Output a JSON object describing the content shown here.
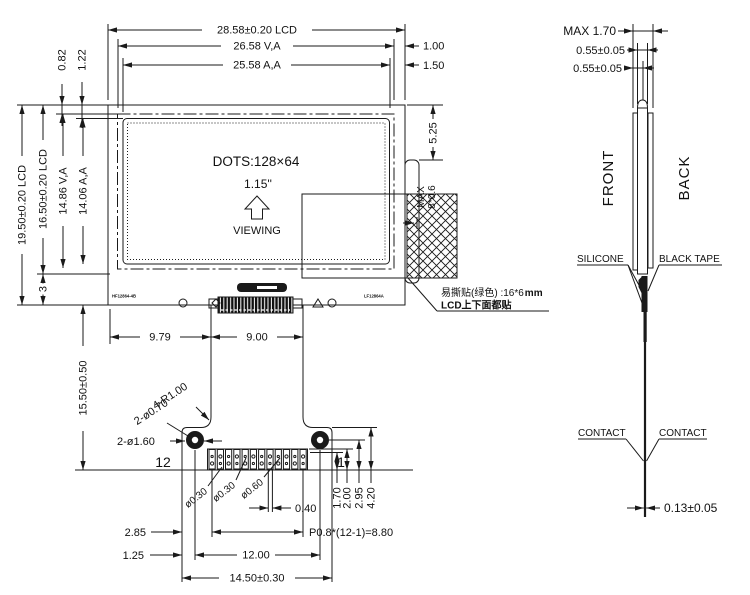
{
  "colors": {
    "ink": "#1a1a1a",
    "bg": "#ffffff"
  },
  "front": {
    "dots": "DOTS:128×64",
    "size_inch": "1.15''",
    "viewing": "VIEWING",
    "mark_left": "HF12864-4B",
    "mark_right": "LF12864A",
    "top": {
      "lcd": "28.58±0.20 LCD",
      "va": "26.58 V,A",
      "aa": "25.58 A,A",
      "right1": "1.00",
      "right2": "1.50"
    },
    "left": {
      "d082": "0.82",
      "d122": "1.22",
      "d1950": "19.50±0.20 LCD",
      "d1650": "16.50±0.20 LCD",
      "d1486": "14.86 V,A",
      "d1406": "14.06 A,A",
      "d3": "3"
    },
    "right": {
      "d525": "5.25",
      "max1": "MAX",
      "max2": "8*0.6"
    },
    "note": {
      "l1": "易撕贴(绿色) :16*6",
      "l1b": "mm",
      "l2": "LCD上下面都贴"
    }
  },
  "tail": {
    "d979": "9.79",
    "d900": "9.00",
    "d1550": "15.50±0.50",
    "r4": "4-R1.00",
    "dia070": "2-ø0.70",
    "dia160": "2-ø1.60",
    "pin12": "12",
    "pin1": "1",
    "dia030a": "ø0.30",
    "dia030b": "ø0.30",
    "dia060": "ø0.60",
    "d040": "0.40",
    "d170": "1.70",
    "d200": "2.00",
    "d295": "2.95",
    "d420": "4.20",
    "d285": "2.85",
    "pitch": "P0.8*(12-1)=8.80",
    "d125": "1.25",
    "d1200": "12.00",
    "d1450": "14.50±0.30"
  },
  "side": {
    "max": "MAX 1.70",
    "t055a": "0.55±0.05",
    "t055b": "0.55±0.05",
    "front_label": "FRONT",
    "back_label": "BACK",
    "silicone": "SILICONE",
    "tape": "BLACK TAPE",
    "contact_l": "CONTACT",
    "contact_r": "CONTACT",
    "d013": "0.13±0.05"
  }
}
